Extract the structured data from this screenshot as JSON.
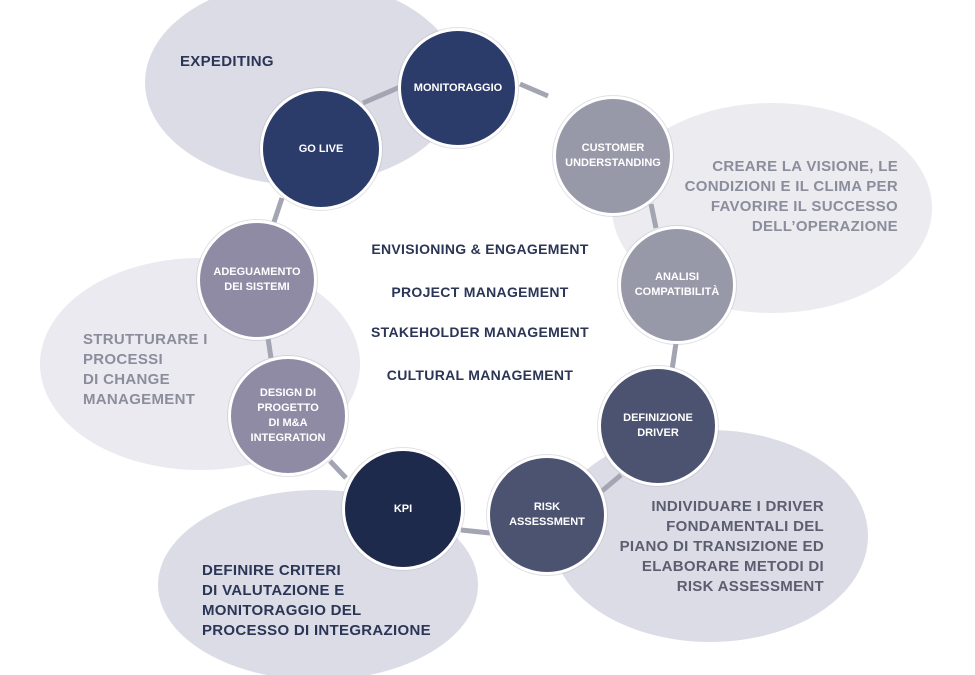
{
  "colors": {
    "blob_top_left": "#dcdce6",
    "blob_right": "#ebebf0",
    "blob_left": "#eaeaf0",
    "blob_bottom_right": "#dcdce6",
    "blob_bottom_left": "#dcdce6",
    "connector": "#a3a6b2",
    "text_dark": "#2b3556",
    "text_gray": "#8c8d9c",
    "text_gray_dark": "#5b5d70"
  },
  "blocks": {
    "expediting": "EXPEDITING",
    "creare": "CREARE LA VISIONE, LE\nCONDIZIONI E IL CLIMA PER\nFAVORIRE IL SUCCESSO\nDELL’OPERAZIONE",
    "strutturare": "STRUTTURARE I\nPROCESSI\nDI CHANGE\nMANAGEMENT",
    "individuare": "INDIVIDUARE I DRIVER\nFONDAMENTALI DEL\nPIANO DI TRANSIZIONE ED\nELABORARE  METODI DI\nRISK ASSESSMENT",
    "definire": "DEFINIRE CRITERI\nDI VALUTAZIONE E\nMONITORAGGIO DEL\nPROCESSO DI INTEGRAZIONE"
  },
  "center": [
    "ENVISIONING & ENGAGEMENT",
    "PROJECT MANAGEMENT",
    "STAKEHOLDER MANAGEMENT",
    "CULTURAL MANAGEMENT"
  ],
  "nodes": {
    "monitoraggio": {
      "label": "MONITORAGGIO",
      "color": "#2b3c6b"
    },
    "go_live": {
      "label": "GO LIVE",
      "color": "#2b3c6b"
    },
    "customer": {
      "label": "CUSTOMER\nUNDERSTANDING",
      "color": "#9799a8"
    },
    "analisi": {
      "label": "ANALISI\nCOMPATIBILITÀ",
      "color": "#9799a8"
    },
    "adeguamento": {
      "label": "ADEGUAMENTO\nDEI SISTEMI",
      "color": "#8f8ba5"
    },
    "design": {
      "label": "DESIGN DI\nPROGETTO\nDI M&A\nINTEGRATION",
      "color": "#8f8ba5"
    },
    "definizione": {
      "label": "DEFINIZIONE\nDRIVER",
      "color": "#4b5371"
    },
    "risk": {
      "label": "RISK\nASSESSMENT",
      "color": "#4b5371"
    },
    "kpi": {
      "label": "KPI",
      "color": "#1e2a4c"
    }
  }
}
